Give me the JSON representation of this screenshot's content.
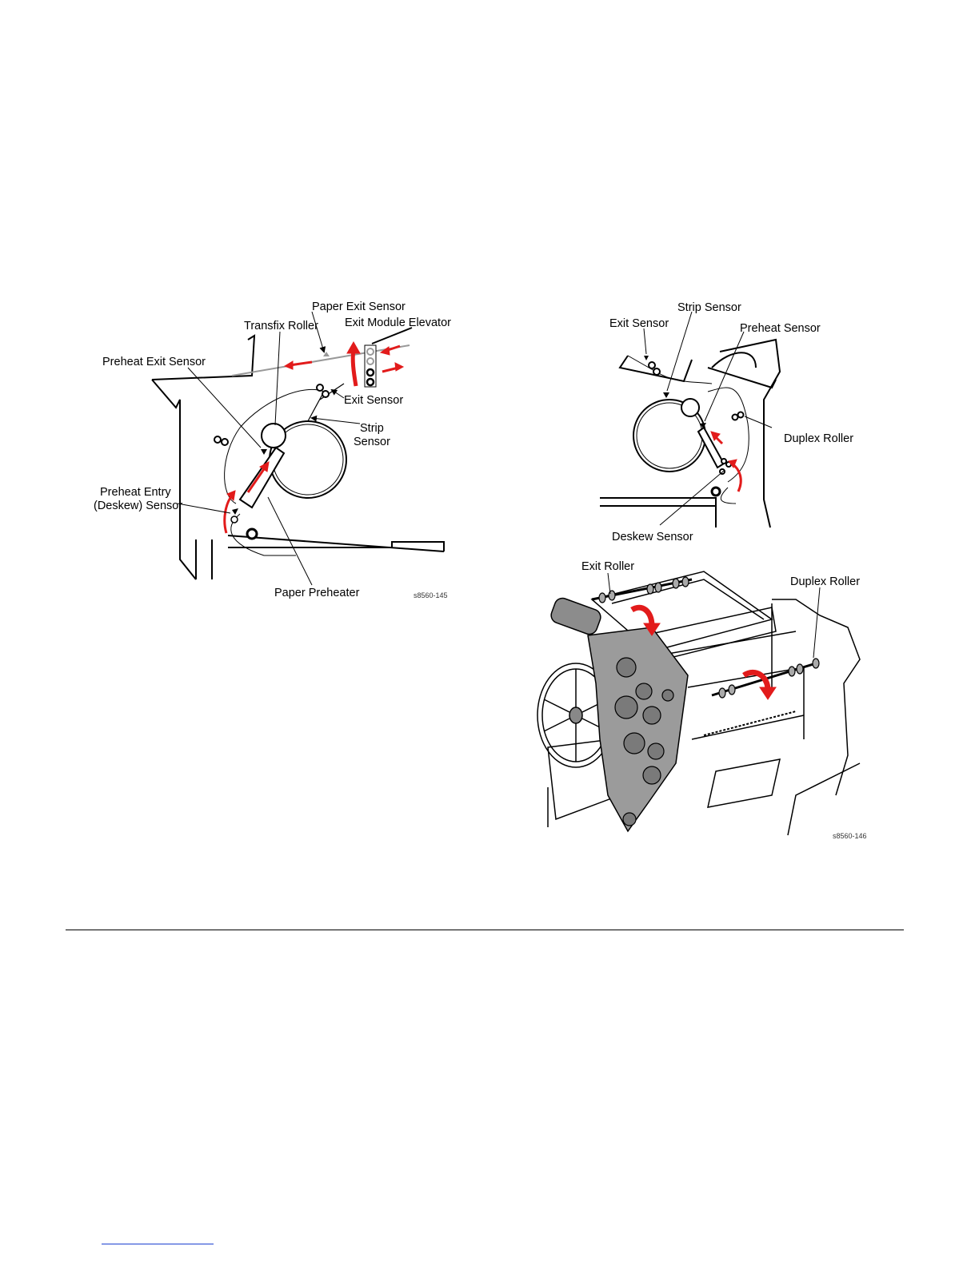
{
  "figure_left": {
    "id": "s8560-145",
    "labels": {
      "paper_exit_sensor": "Paper Exit Sensor",
      "transfix_roller": "Transfix Roller",
      "exit_module_elevator": "Exit Module Elevator",
      "preheat_exit_sensor": "Preheat Exit Sensor",
      "exit_sensor": "Exit Sensor",
      "strip_sensor_1": "Strip",
      "strip_sensor_2": "Sensor",
      "preheat_entry_1": "Preheat Entry",
      "preheat_entry_2": "(Deskew) Sensor",
      "paper_preheater": "Paper Preheater"
    }
  },
  "figure_right_top": {
    "labels": {
      "strip_sensor": "Strip Sensor",
      "exit_sensor": "Exit Sensor",
      "preheat_sensor": "Preheat Sensor",
      "duplex_roller": "Duplex Roller",
      "deskew_sensor": "Deskew Sensor"
    }
  },
  "figure_right_bottom": {
    "id": "s8560-146",
    "labels": {
      "exit_roller": "Exit Roller",
      "duplex_roller": "Duplex Roller"
    }
  },
  "colors": {
    "arrow": "#e21b1b",
    "line": "#000000",
    "shade": "#8c8c8c",
    "link": "#1a3fd0"
  }
}
